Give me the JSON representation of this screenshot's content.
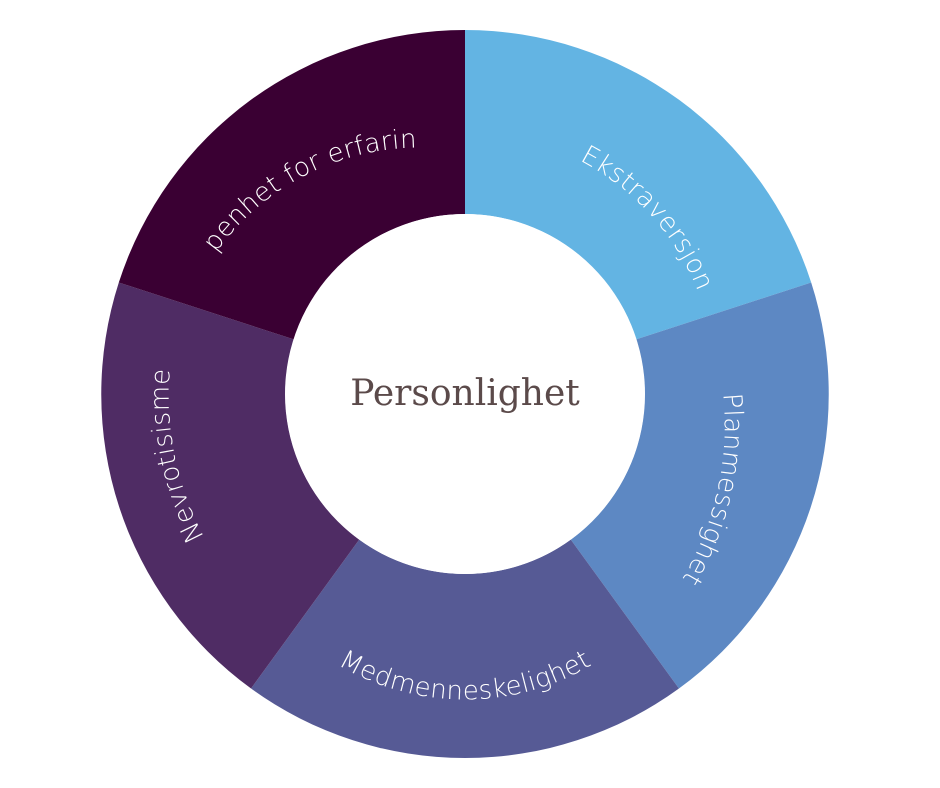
{
  "center": {
    "title": "Personlighet"
  },
  "segments": [
    {
      "label": "Ekstraversjon",
      "color": "#63b4e3"
    },
    {
      "label": "Planmessighet",
      "color": "#5d88c3"
    },
    {
      "label": "Medmenneskelighet",
      "color": "#565a95"
    },
    {
      "label": "Nevrotisisme",
      "color": "#4f2c64"
    },
    {
      "label": "Åpenhet for erfaring",
      "color": "#3a0033"
    }
  ]
}
